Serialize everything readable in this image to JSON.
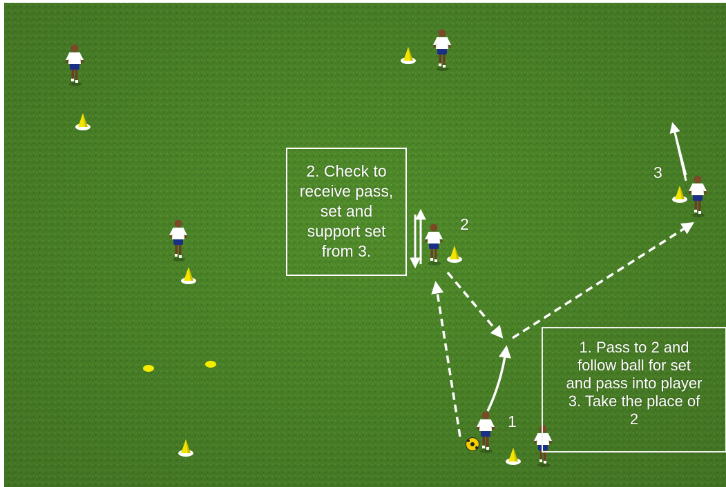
{
  "diagram": {
    "notes": {
      "player_2": "2. Check to\nreceive pass,\nset and\nsupport set\nfrom 3.",
      "player_1": "1. Pass to 2 and\nfollow ball for set\nand pass into player\n3. Take the place of\n2"
    },
    "player_labels": {
      "p1": "1",
      "p2": "2",
      "p3": "3"
    },
    "colors": {
      "pitch": "#4f8a2a",
      "pitch_dark": "#3d7220",
      "arrow": "#ffffff",
      "cone": "#f2e500",
      "disc": "#f4ec00",
      "kit_shirt": "#ffffff",
      "kit_shorts": "#1c2f86",
      "ball": "#f3d000"
    },
    "icons": [
      "player-icon",
      "cone-icon",
      "flat-marker-icon",
      "ball-icon",
      "pass-arrow-icon",
      "run-arrow-icon"
    ]
  }
}
